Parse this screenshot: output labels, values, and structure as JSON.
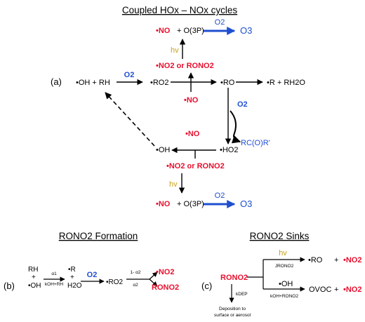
{
  "titles": {
    "top": "Coupled HOx – NOx cycles",
    "formation": "RONO2 Formation",
    "sinks": "RONO2 Sinks"
  },
  "panel_labels": {
    "a": "(a)",
    "b": "(b)",
    "c": "(c)"
  },
  "cycle": {
    "oh_rh": "•OH + RH",
    "o2": "O2",
    "ro2": "•RO2",
    "ro": "•RO",
    "r_rh2o": "•R + RH2O",
    "no_ro2": "•NO",
    "o2_ro": "O2",
    "rcor": "RC(O)R'",
    "no_ho2": "•NO",
    "ho2": "•HO2",
    "oh": "•OH",
    "no2_or_rono2_top": "•NO2 or RONO2",
    "no2_or_rono2_bot": "•NO2 or RONO2",
    "hv_top": "hv",
    "hv_bot": "hv",
    "no_top": "•NO",
    "o3p_top": "+ O(3P)",
    "o2_top": "O2",
    "o3_top": "O3",
    "no_bot": "•NO",
    "o3p_bot": "+ O(3P)",
    "o2_bot": "O2",
    "o3_bot": "O3"
  },
  "formation": {
    "rh": "RH",
    "plus1": "+",
    "oh": "•OH",
    "alpha1": "α1",
    "k_oh_rh": "kOH+RH",
    "r": "•R",
    "plus2": "+",
    "h2o": "H2O",
    "o2": "O2",
    "ro2": "•RO2",
    "one_minus_alpha2": "1- α2",
    "alpha2": "α2",
    "no2": "•NO2",
    "rono2": "RONO2"
  },
  "sinks": {
    "rono2": "RONO2",
    "hv": "hv",
    "j_rono2": "JRONO2",
    "ro": "•RO",
    "plus1": "+",
    "no2_1": "•NO2",
    "oh": "•OH",
    "k_oh_rono2": "kOH+RONO2",
    "ovoc": "OVOC",
    "plus2": "+",
    "no2_2": "•NO2",
    "k_dep": "kDEP",
    "deposition_1": "Deposition to",
    "deposition_2": "surface or aerosol"
  },
  "colors": {
    "red": "#e8102e",
    "blue": "#1f4fd0",
    "gold": "#c8a21a",
    "black": "#000000"
  }
}
